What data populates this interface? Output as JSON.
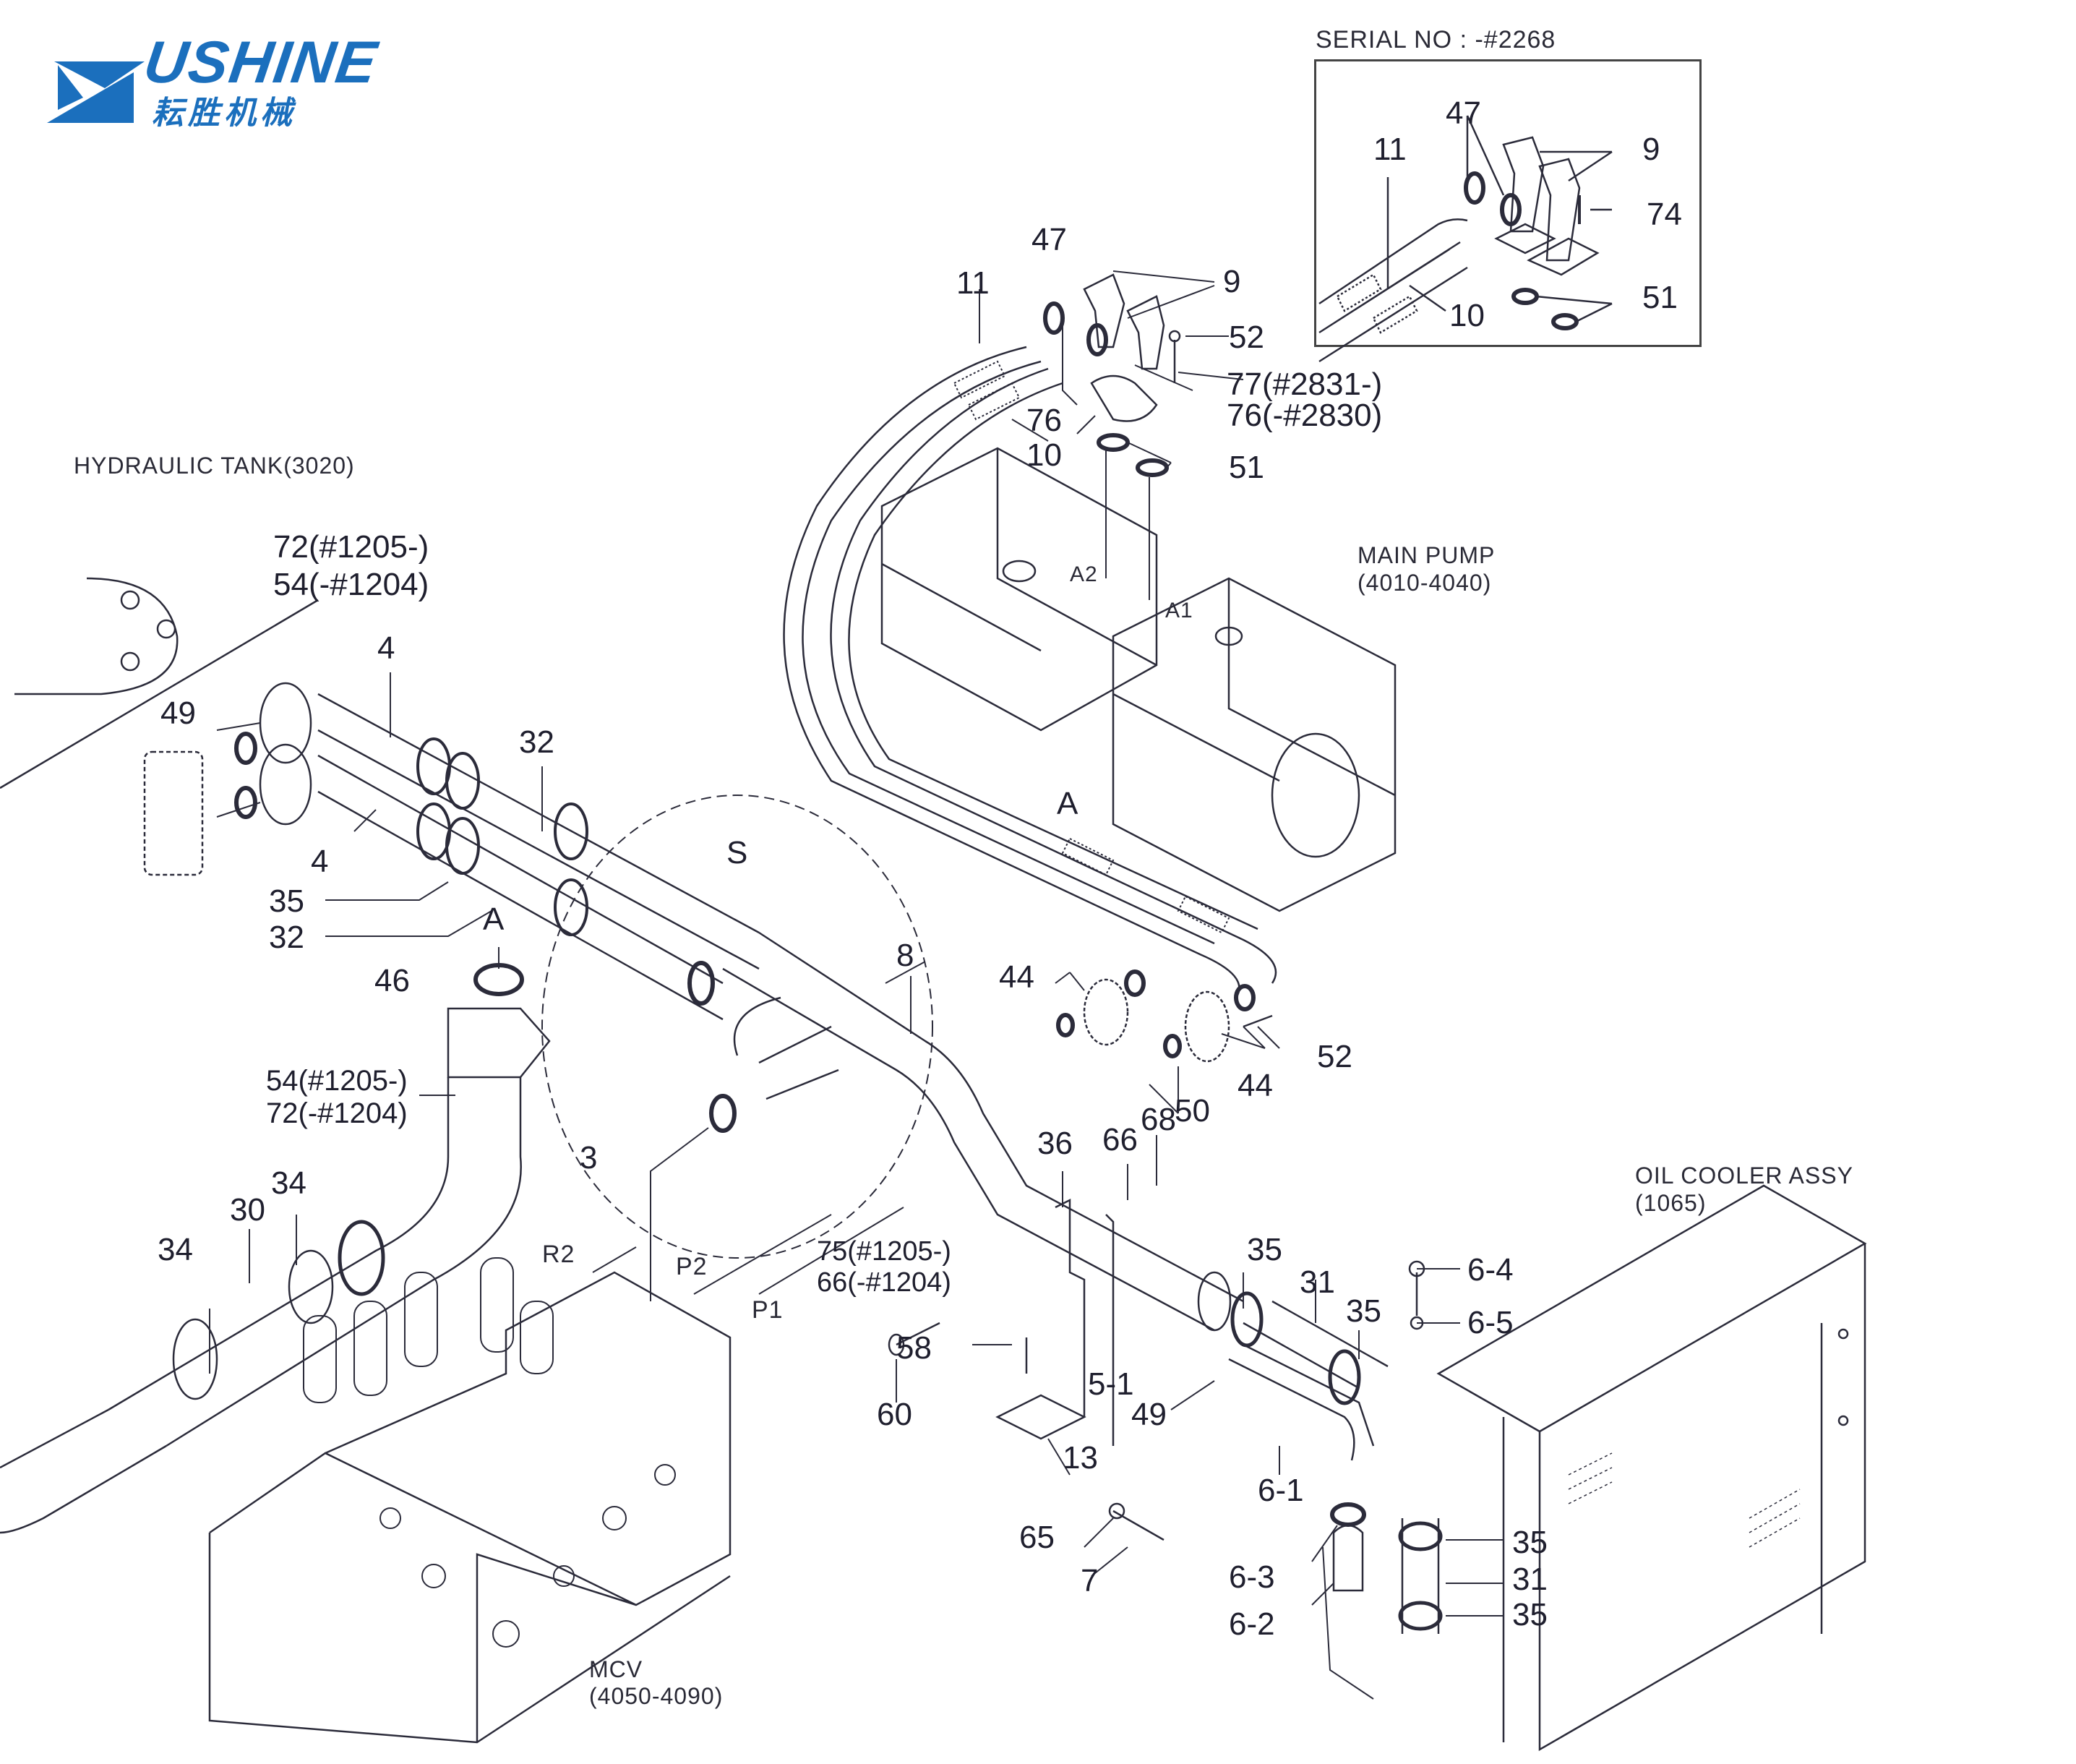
{
  "brand": {
    "name": "USHINE",
    "name_cn": "耘胜机械",
    "color": "#1b6fbd"
  },
  "inset": {
    "title": "SERIAL NO : -#2268",
    "labels": [
      "11",
      "47",
      "9",
      "74",
      "10",
      "51"
    ]
  },
  "captions": {
    "hydraulic_tank": "HYDRAULIC TANK(3020)",
    "main_pump": "MAIN PUMP",
    "main_pump_ref": "(4010-4040)",
    "oil_cooler": "OIL COOLER ASSY",
    "oil_cooler_ref": "(1065)",
    "mcv": "MCV",
    "mcv_ref": "(4050-4090)"
  },
  "callouts": {
    "c11": "11",
    "c47": "47",
    "c9": "9",
    "c52a": "52",
    "c77": "77(#2831-)",
    "c76s": "76(-#2830)",
    "c76": "76",
    "c10": "10",
    "c51": "51",
    "a2": "A2",
    "a1": "A1",
    "a_pump": "A",
    "c72_54": "72(#1205-)",
    "c54_72": "54(-#1204)",
    "c4a": "4",
    "c4b": "4",
    "c49a": "49",
    "c32a": "32",
    "c35a": "35",
    "c32b": "32",
    "a_flange": "A",
    "c46": "46",
    "s": "S",
    "c8": "8",
    "c54b": "54(#1205-)",
    "c72b": "72(-#1204)",
    "c3": "3",
    "c34a": "34",
    "c30": "30",
    "c34b": "34",
    "r2": "R2",
    "p2": "P2",
    "p1": "P1",
    "c44a": "44",
    "c44b": "44",
    "c52b": "52",
    "c50": "50",
    "c36": "36",
    "c66": "66",
    "c68": "68",
    "c75": "75(#1205-)",
    "c66b": "66(-#1204)",
    "c58": "58",
    "c60": "60",
    "c5_1": "5-1",
    "c49b": "49",
    "c13": "13",
    "c35b": "35",
    "c31a": "31",
    "c35c": "35",
    "c6_4": "6-4",
    "c6_5": "6-5",
    "c6_1": "6-1",
    "c65": "65",
    "c7": "7",
    "c6_3": "6-3",
    "c6_2": "6-2",
    "c35d": "35",
    "c31b": "31",
    "c35e": "35"
  }
}
